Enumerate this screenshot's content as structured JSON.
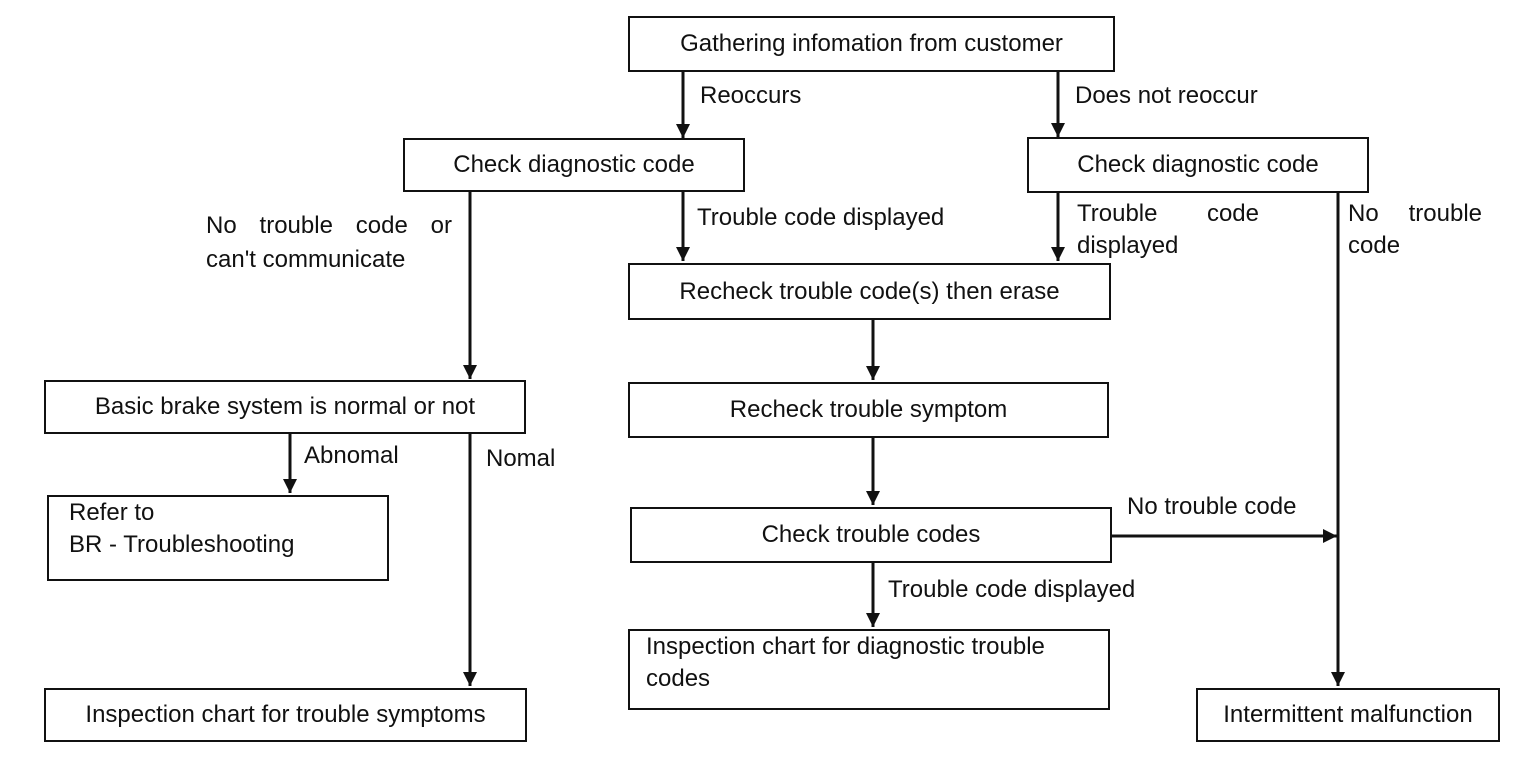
{
  "nodes": {
    "gather": "Gathering infomation from customer",
    "check_left": "Check diagnostic code",
    "check_right": "Check diagnostic code",
    "recheck_erase": "Recheck trouble code(s) then erase",
    "basic_brake": "Basic brake system is normal or not",
    "recheck_symptom": "Recheck trouble symptom",
    "refer_line1": "Refer to",
    "refer_line2": "BR - Troubleshooting",
    "check_codes": "Check trouble codes",
    "inspect_symptoms": "Inspection chart for trouble symptoms",
    "inspect_codes_line1": "Inspection chart for diagnostic trouble",
    "inspect_codes_line2": "codes",
    "intermittent": "Intermittent malfunction"
  },
  "labels": {
    "reoccurs": "Reoccurs",
    "not_reoccur": "Does not reoccur",
    "no_code_line1": "No trouble code or",
    "no_code_line2": "can't communicate",
    "code_displayed_mid": "Trouble code displayed",
    "code_displayed_right_line1": "Trouble code",
    "code_displayed_right_line2": "displayed",
    "no_code_right_line1": "No trouble",
    "no_code_right_line2": "code",
    "abnormal": "Abnomal",
    "normal": "Nomal",
    "no_code_bottom": "No trouble code",
    "code_displayed_bottom": "Trouble code displayed"
  }
}
